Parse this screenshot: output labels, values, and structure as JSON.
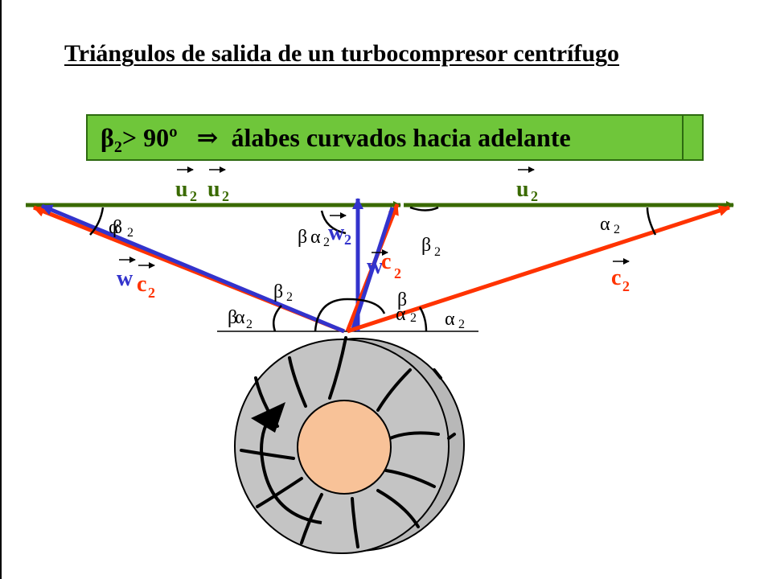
{
  "title": "Triángulos de salida de un turbocompresor centrífugo",
  "banner": {
    "beta": "β",
    "sub": "2",
    "condition": "> 90º",
    "arrow": "⇒",
    "text": "álabes curvados hacia adelante"
  },
  "labels": {
    "u": "u",
    "w": "w",
    "c": "c",
    "beta": "β",
    "alpha": "α",
    "two": "2"
  },
  "colors": {
    "u_vector": "#3a6a00",
    "w_vector": "#3333cc",
    "c_vector": "#ff3300",
    "banner": "#6fc63a",
    "impeller": "#c0c0c0",
    "hub": "#f8c298"
  }
}
